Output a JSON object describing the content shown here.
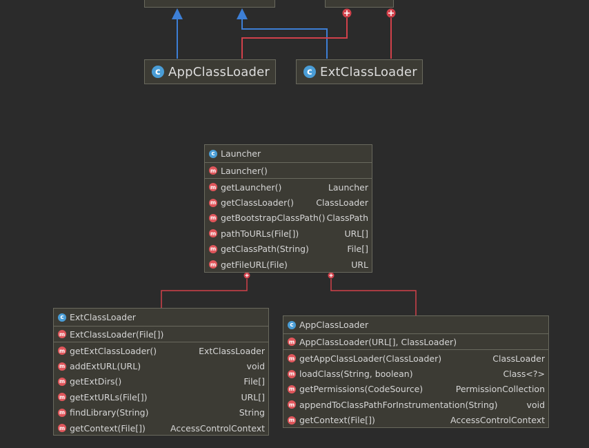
{
  "top": {
    "classes": [
      {
        "name": "AppClassLoader",
        "icon": "class-icon"
      },
      {
        "name": "ExtClassLoader",
        "icon": "class-icon"
      }
    ]
  },
  "launcher": {
    "name": "Launcher",
    "constructor": "Launcher()",
    "methods": [
      {
        "name": "getLauncher()",
        "type": "Launcher"
      },
      {
        "name": "getClassLoader()",
        "type": "ClassLoader"
      },
      {
        "name": "getBootstrapClassPath()",
        "type": "ClassPath"
      },
      {
        "name": "pathToURLs(File[])",
        "type": "URL[]"
      },
      {
        "name": "getClassPath(String)",
        "type": "File[]"
      },
      {
        "name": "getFileURL(File)",
        "type": "URL"
      }
    ]
  },
  "ext": {
    "name": "ExtClassLoader",
    "constructor": "ExtClassLoader(File[])",
    "methods": [
      {
        "name": "getExtClassLoader()",
        "type": "ExtClassLoader"
      },
      {
        "name": "addExtURL(URL)",
        "type": "void"
      },
      {
        "name": "getExtDirs()",
        "type": "File[]"
      },
      {
        "name": "getExtURLs(File[])",
        "type": "URL[]"
      },
      {
        "name": "findLibrary(String)",
        "type": "String"
      },
      {
        "name": "getContext(File[])",
        "type": "AccessControlContext"
      }
    ]
  },
  "app": {
    "name": "AppClassLoader",
    "constructor": "AppClassLoader(URL[], ClassLoader)",
    "methods": [
      {
        "name": "getAppClassLoader(ClassLoader)",
        "type": "ClassLoader"
      },
      {
        "name": "loadClass(String, boolean)",
        "type": "Class<?>"
      },
      {
        "name": "getPermissions(CodeSource)",
        "type": "PermissionCollection"
      },
      {
        "name": "appendToClassPathForInstrumentation(String)",
        "type": "void"
      },
      {
        "name": "getContext(File[])",
        "type": "AccessControlContext"
      }
    ]
  },
  "colors": {
    "background": "#2b2b2b",
    "box": "#3c3b34",
    "border": "#6a6a5e",
    "inheritance": "#3d7fd6",
    "inner_class": "#d2414b"
  }
}
